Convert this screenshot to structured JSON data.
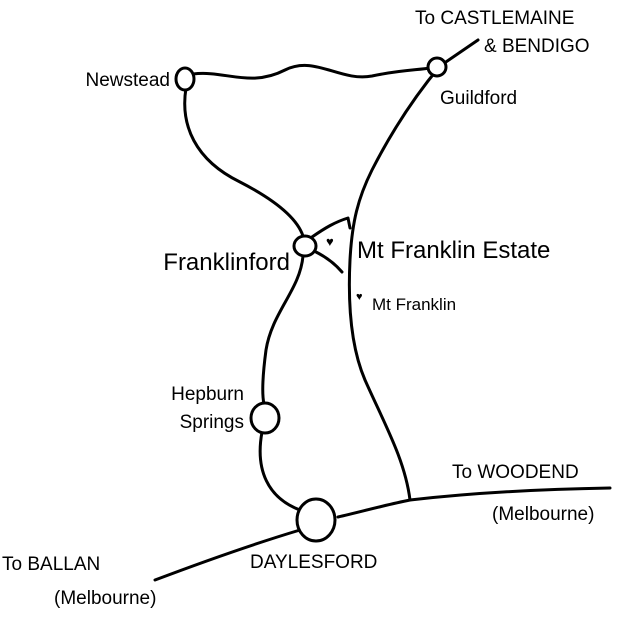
{
  "towns": {
    "newstead": "Newstead",
    "guildford": "Guildford",
    "franklinford": "Franklinford",
    "hepburn_line1": "Hepburn",
    "hepburn_line2": "Springs",
    "daylesford": "DAYLESFORD"
  },
  "destinations": {
    "castlemaine_line1": "To CASTLEMAINE",
    "castlemaine_line2": "& BENDIGO",
    "woodend_line1": "To WOODEND",
    "woodend_line2": "(Melbourne)",
    "ballan_line1": "To BALLAN",
    "ballan_line2": "(Melbourne)"
  },
  "landmarks": {
    "estate": "Mt Franklin Estate",
    "mountain": "Mt Franklin"
  }
}
